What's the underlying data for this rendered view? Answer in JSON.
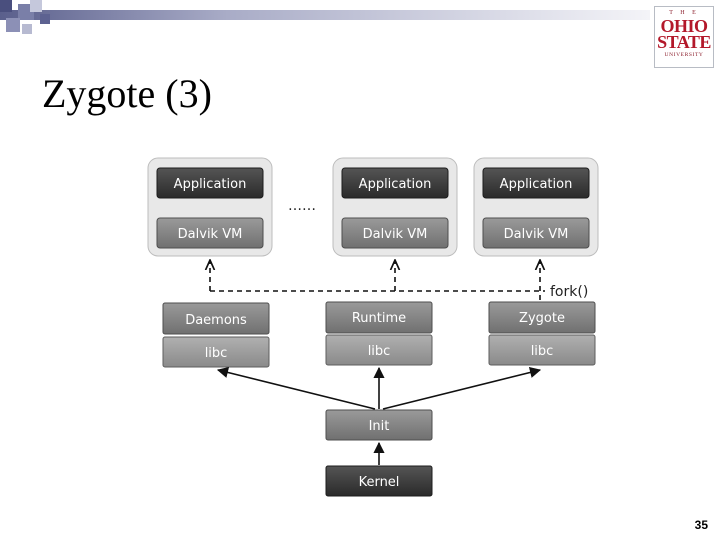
{
  "slide": {
    "title": "Zygote (3)",
    "page_number": "35"
  },
  "logo": {
    "line1": "T H E",
    "line2": "OHIO",
    "line3": "STATE",
    "line4": "UNIVERSITY"
  },
  "diagram": {
    "apps": [
      {
        "application": "Application",
        "vm": "Dalvik VM"
      },
      {
        "application": "Application",
        "vm": "Dalvik VM"
      },
      {
        "application": "Application",
        "vm": "Dalvik VM"
      }
    ],
    "ellipsis": "……",
    "fork_label": "fork()",
    "processes": [
      {
        "name": "Daemons",
        "lib": "libc"
      },
      {
        "name": "Runtime",
        "lib": "libc"
      },
      {
        "name": "Zygote",
        "lib": "libc"
      }
    ],
    "init": "Init",
    "kernel": "Kernel"
  },
  "colors": {
    "dark_box": "#3a3a3a",
    "mid_box": "#7b7b7b",
    "light_box": "#9a9a9a",
    "container": "#e6e6e6",
    "top_band_left": "#5a5f8c",
    "top_band_right": "#f2f2f6"
  }
}
